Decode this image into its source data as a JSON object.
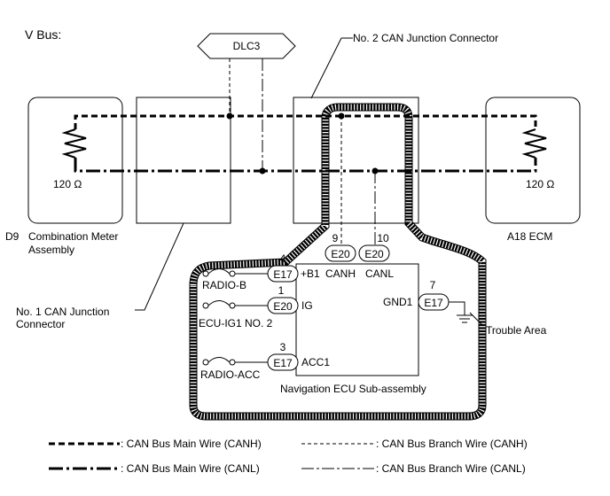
{
  "title": "V Bus:",
  "components": {
    "dlc3": "DLC3",
    "no2_junction": "No. 2 CAN Junction Connector",
    "no1_junction_line1": "No. 1 CAN Junction",
    "no1_junction_line2": "Connector",
    "combination_meter_code": "D9",
    "combination_meter_line1": "Combination Meter",
    "combination_meter_line2": "Assembly",
    "ecm": "A18 ECM",
    "left_resistor": "120 Ω",
    "right_resistor": "120 Ω",
    "navigation_ecu": "Navigation ECU Sub-assembly",
    "trouble_area": "Trouble Area"
  },
  "connectors": {
    "canh": {
      "pin": "9",
      "connector": "E20",
      "signal": "CANH"
    },
    "canl": {
      "pin": "10",
      "connector": "E20",
      "signal": "CANL"
    },
    "b1": {
      "pin": "4",
      "connector": "E17",
      "signal": "+B1",
      "source": "RADIO-B"
    },
    "ig": {
      "pin": "1",
      "connector": "E20",
      "signal": "IG",
      "source": "ECU-IG1 NO. 2"
    },
    "acc1": {
      "pin": "3",
      "connector": "E17",
      "signal": "ACC1",
      "source": "RADIO-ACC"
    },
    "gnd1": {
      "pin": "7",
      "connector": "E17",
      "signal": "GND1"
    }
  },
  "legend": {
    "main_canh": ": CAN Bus Main Wire (CANH)",
    "main_canl": ": CAN Bus Main Wire (CANL)",
    "branch_canh": ": CAN Bus Branch Wire (CANH)",
    "branch_canl": ": CAN Bus Branch Wire (CANL)"
  }
}
